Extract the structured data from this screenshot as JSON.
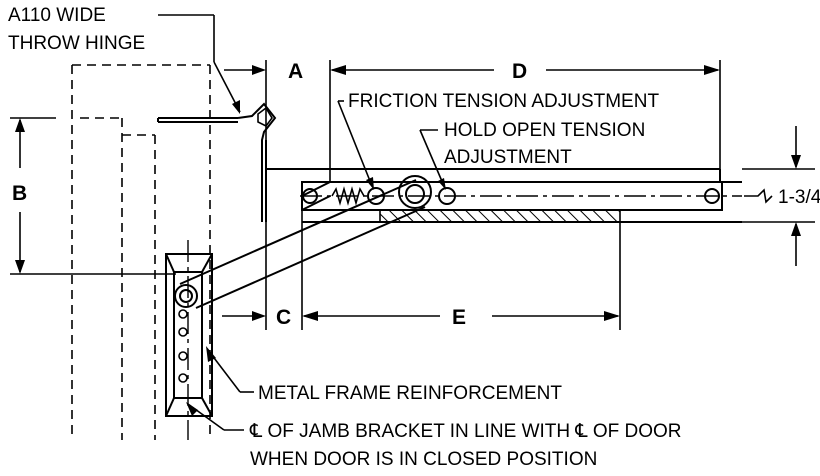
{
  "labels": {
    "hinge_line1": "A110 WIDE",
    "hinge_line2": "THROW HINGE",
    "friction": "FRICTION TENSION ADJUSTMENT",
    "hold_open_line1": "HOLD OPEN TENSION",
    "hold_open_line2": "ADJUSTMENT",
    "thickness": "1-3/4'",
    "reinforcement": "METAL FRAME REINFORCEMENT",
    "jamb_line1": "℄ OF JAMB BRACKET IN LINE WITH ℄ OF DOOR",
    "jamb_line2": "WHEN DOOR IS IN CLOSED POSITION"
  },
  "dimensions": {
    "a": "A",
    "b": "B",
    "c": "C",
    "d": "D",
    "e": "E"
  }
}
